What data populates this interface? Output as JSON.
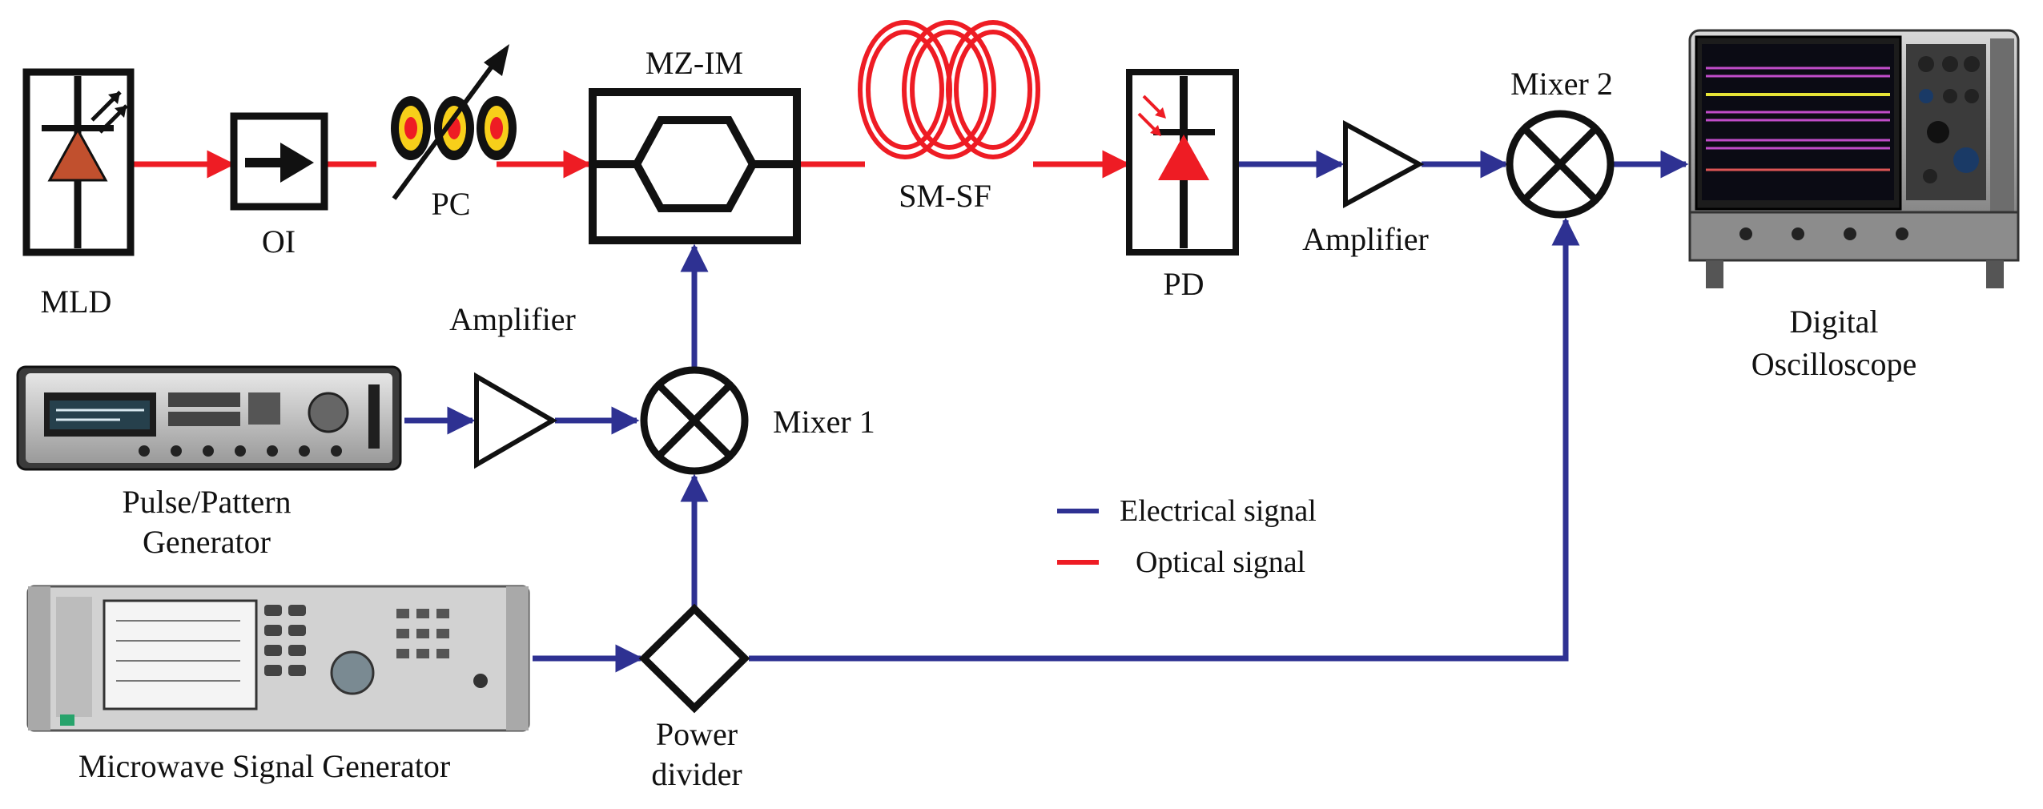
{
  "labels": {
    "mld": "MLD",
    "oi": "OI",
    "pc": "PC",
    "mzim": "MZ-IM",
    "smsf": "SM-SF",
    "pd": "PD",
    "amp_top": "Amplifier",
    "mixer2": "Mixer 2",
    "scope_line1": "Digital",
    "scope_line2": "Oscilloscope",
    "amp_mid": "Amplifier",
    "mixer1": "Mixer 1",
    "ppg_line1": "Pulse/Pattern",
    "ppg_line2": "Generator",
    "msg": "Microwave Signal Generator",
    "pdiv_line1": "Power",
    "pdiv_line2": "divider"
  },
  "legend": {
    "electrical": "Electrical signal",
    "optical": "Optical signal"
  },
  "colors": {
    "optical": "#ee1c24",
    "electrical": "#2e3192",
    "outline": "#111111"
  }
}
